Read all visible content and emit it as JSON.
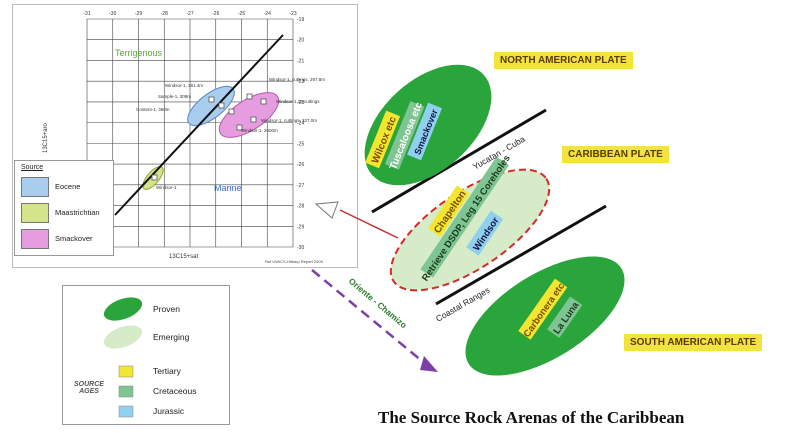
{
  "title": "The Source Rock Arenas of the Caribbean",
  "plates": {
    "north": "NORTH AMERICAN PLATE",
    "caribbean": "CARIBBEAN PLATE",
    "south": "SOUTH AMERICAN PLATE"
  },
  "faults": {
    "yucatan": "Yucatan - Cuba",
    "coastal": "Coastal Ranges",
    "oriente": "Oriente - Chamizo"
  },
  "arenas": {
    "north": [
      "Wilcox etc",
      "Tuscaloosa etc",
      "Smackover"
    ],
    "central": [
      "Chapelton",
      "Retrieve DSDP, Leg 15 Coreholes",
      "Windsor"
    ],
    "south": [
      "Carbonera etc",
      "La Luna"
    ]
  },
  "plot": {
    "xlabel": "13C15+sat",
    "ylabel": "13C15+aro",
    "x_ticks": [
      "-31",
      "-30",
      "-29",
      "-28",
      "-27",
      "-26",
      "-25",
      "-24",
      "-23"
    ],
    "y_ticks": [
      "-19",
      "-20",
      "-21",
      "-22",
      "-23",
      "-24",
      "-25",
      "-26",
      "-27",
      "-28",
      "-29",
      "-30"
    ],
    "terrigenous_label": "Terrigenous",
    "marine_label": "Marine",
    "credit": "Ref UWICS-Hilbarp Report 2009",
    "legend_title": "Source",
    "legend_items": [
      {
        "label": "Eocene",
        "color": "#a9cdee"
      },
      {
        "label": "Maastrichtian",
        "color": "#d3e48a"
      },
      {
        "label": "Smackover",
        "color": "#e59de0"
      }
    ],
    "point_labels": [
      "Windsor-1, 381.4m",
      "Sample-1, 308m",
      "Content-1, 360m",
      "Windsor-1, cuttings, 297.8m",
      "Windsor-1,19 cuttings",
      "Windsor-1, cuttings, 327.0m",
      "Windsor-1, 2500m",
      "Windsor-1"
    ]
  },
  "key": {
    "proven": "Proven",
    "emerging": "Emerging",
    "source_ages_label": "SOURCE AGES",
    "ages": [
      {
        "label": "Tertiary",
        "color": "#f3e62f"
      },
      {
        "label": "Cretaceous",
        "color": "#7fc493"
      },
      {
        "label": "Jurassic",
        "color": "#8fd0ee"
      }
    ]
  },
  "colors": {
    "proven": "#2aa53c",
    "emerging": "#d6ebc8",
    "plate_label": "#f2e43c",
    "dashed_red": "#d42a2a",
    "dashed_purple": "#7b3fa6"
  }
}
